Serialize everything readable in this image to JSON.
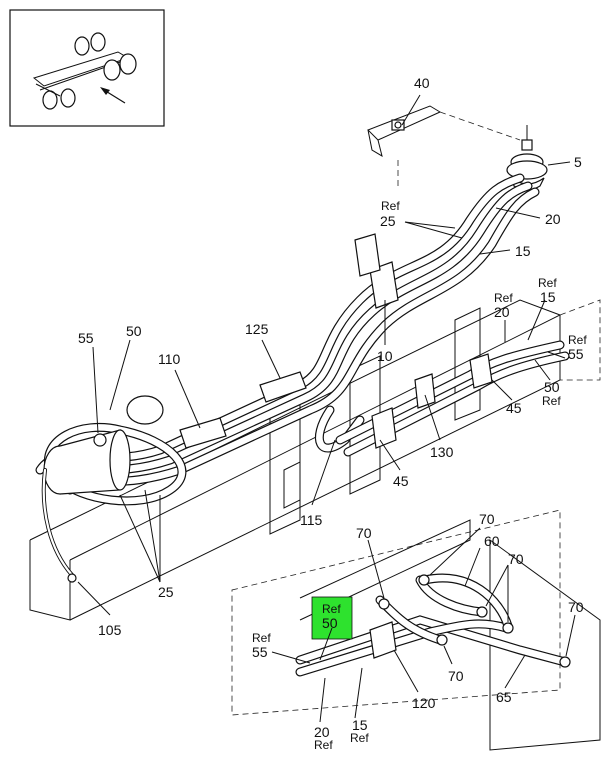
{
  "colors": {
    "highlight": "#2ee22e",
    "line": "#111111",
    "background": "#ffffff"
  },
  "callouts": {
    "c40": "40",
    "c5": "5",
    "c25ref_top_ref": "Ref",
    "c25ref_top_num": "25",
    "c20": "20",
    "c15": "15",
    "c15ref_right_ref": "Ref",
    "c15ref_right_num": "15",
    "c20ref_right_ref": "Ref",
    "c20ref_right_num": "20",
    "c55ref_right_ref": "Ref",
    "c55ref_right_num": "55",
    "c50ref_right_num": "50",
    "c50ref_right_ref": "Ref",
    "c10": "10",
    "c45_right": "45",
    "c130": "130",
    "c45_mid": "45",
    "c125": "125",
    "c110": "110",
    "c50_left": "50",
    "c55_left": "55",
    "c115": "115",
    "c25_left": "25",
    "c105": "105",
    "c70_a": "70",
    "c70_b": "70",
    "c60": "60",
    "c70_c": "70",
    "c70_d": "70",
    "c70_e": "70",
    "c65": "65",
    "c120": "120",
    "c50ref_green_ref": "Ref",
    "c50ref_green_num": "50",
    "c55ref_bottom_ref": "Ref",
    "c55ref_bottom_num": "55",
    "c20ref_bottom_num": "20",
    "c20ref_bottom_ref": "Ref",
    "c15ref_bottom_num": "15",
    "c15ref_bottom_ref": "Ref"
  }
}
